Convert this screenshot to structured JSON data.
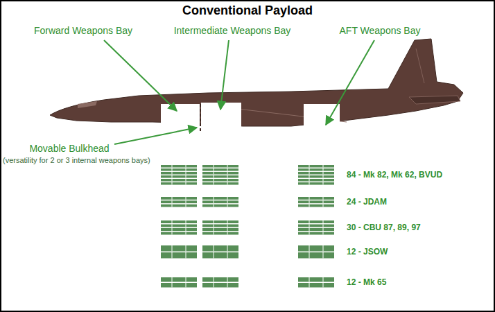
{
  "diagram": {
    "title": "Conventional Payload",
    "labels": [
      "Forward Weapons Bay",
      "Intermediate Weapons Bay",
      "AFT Weapons Bay",
      "Movable Bulkhead",
      "(versatility for 2 or 3 internal weapons bays)",
      "84 - Mk 82, Mk 62, BVUD",
      "24 - JDAM",
      "30 - CBU 87, 89, 97",
      "12 - JSOW",
      "12 - Mk 65"
    ]
  }
}
